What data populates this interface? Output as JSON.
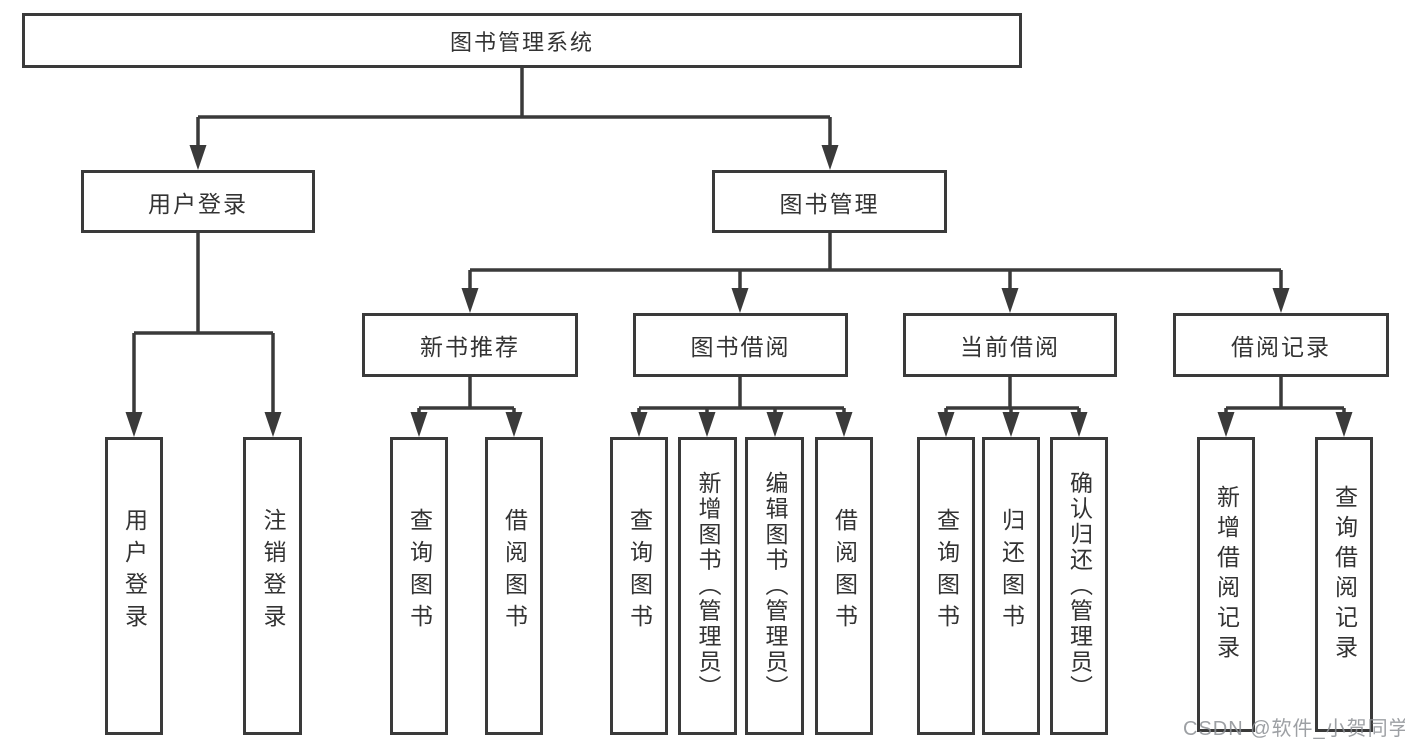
{
  "tree": {
    "label": "图书管理系统",
    "children": [
      {
        "label": "用户登录",
        "children": [
          {
            "label": "用户登录"
          },
          {
            "label": "注销登录"
          }
        ]
      },
      {
        "label": "图书管理",
        "children": [
          {
            "label": "新书推荐",
            "children": [
              {
                "label": "查询图书"
              },
              {
                "label": "借阅图书"
              }
            ]
          },
          {
            "label": "图书借阅",
            "children": [
              {
                "label": "查询图书"
              },
              {
                "label": "新增图书（管理员）"
              },
              {
                "label": "编辑图书（管理员）"
              },
              {
                "label": "借阅图书"
              }
            ]
          },
          {
            "label": "当前借阅",
            "children": [
              {
                "label": "查询图书"
              },
              {
                "label": "归还图书"
              },
              {
                "label": "确认归还（管理员）"
              }
            ]
          },
          {
            "label": "借阅记录",
            "children": [
              {
                "label": "新增借阅记录"
              },
              {
                "label": "查询借阅记录"
              }
            ]
          }
        ]
      }
    ]
  },
  "watermark": {
    "text": "CSDN @软件_小贺同学"
  },
  "colors": {
    "line": "#3a3a3a",
    "text": "#333333",
    "background": "#ffffff",
    "watermark": "#8c8f94"
  }
}
